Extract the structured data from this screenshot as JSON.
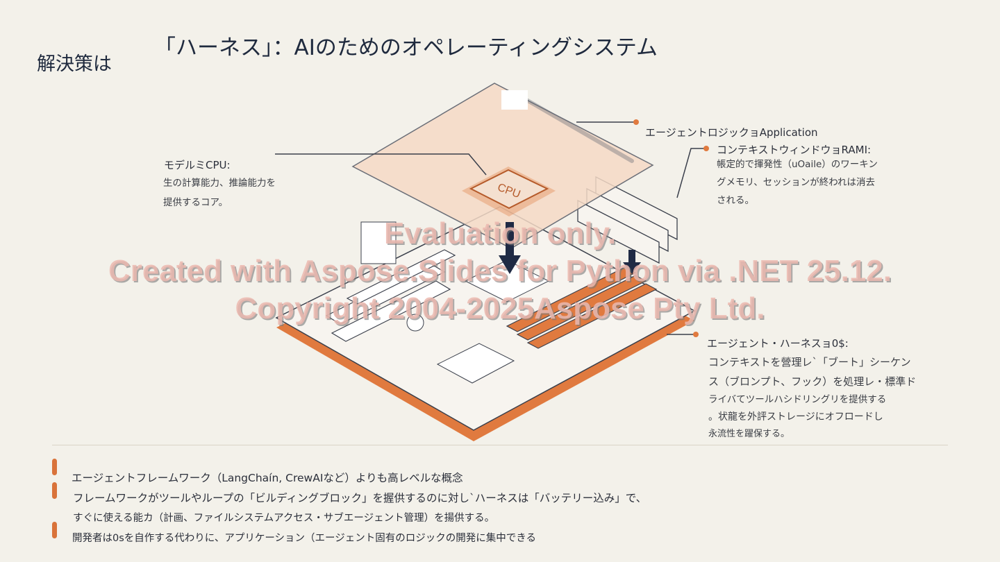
{
  "header": {
    "kicker": "解決策は",
    "title": "「ハーネス」：AIのためのオペレーティングシステム"
  },
  "illustration": {
    "cpu_label": "CPU",
    "colors": {
      "accent": "#d9733a",
      "panel": "#f4d9c6",
      "board": "#f6f3ee",
      "line": "#3a3f4b"
    }
  },
  "callouts": [
    {
      "heading": "エージェントロジックョApplication",
      "body": []
    },
    {
      "heading": "モデルミCPU:",
      "body": [
        "生の計算能力、推論能力を",
        "提供するコア。"
      ]
    },
    {
      "heading": "コンテキストウィンドウョRAMI:",
      "body": [
        "帳定的で揮発性（uOaile）のワーキン",
        "グメモリ、セッションが終われは消去",
        "される。"
      ]
    },
    {
      "heading": "エージェント・ハーネスョ0$:",
      "body": [
        "コンテキストを營理レ`「ブート」シーケン",
        "ス（ブロンプト、フック）を処理レ・標準ド",
        "ライバてツールハシドリングリを提供する",
        "。状龍を外評ストレージにオフロードし",
        "永流性を躍保する。"
      ]
    }
  ],
  "bullets": [
    "エージェントフレームワーク（LangChaín, CrewAIなど）よりも高レベルな概念",
    "フレームワークがツールやループの「ビルディングブロック」を握供するのに対し`ハーネスは「バッテリー込み」で、",
    "すぐに使える能カ（計画、ファイルシステムアクセス・サブエージェント管理）を揚供する。",
    "開発者は0sを自作する代わりに、アプリケーション（エージェント固有のロジックの開発に集中できる"
  ],
  "watermark": [
    "Evaluation only.",
    "Created with Aspose.Slides for Python via .NET 25.12.",
    "Copyright 2004-2025Aspose Pty Ltd."
  ]
}
